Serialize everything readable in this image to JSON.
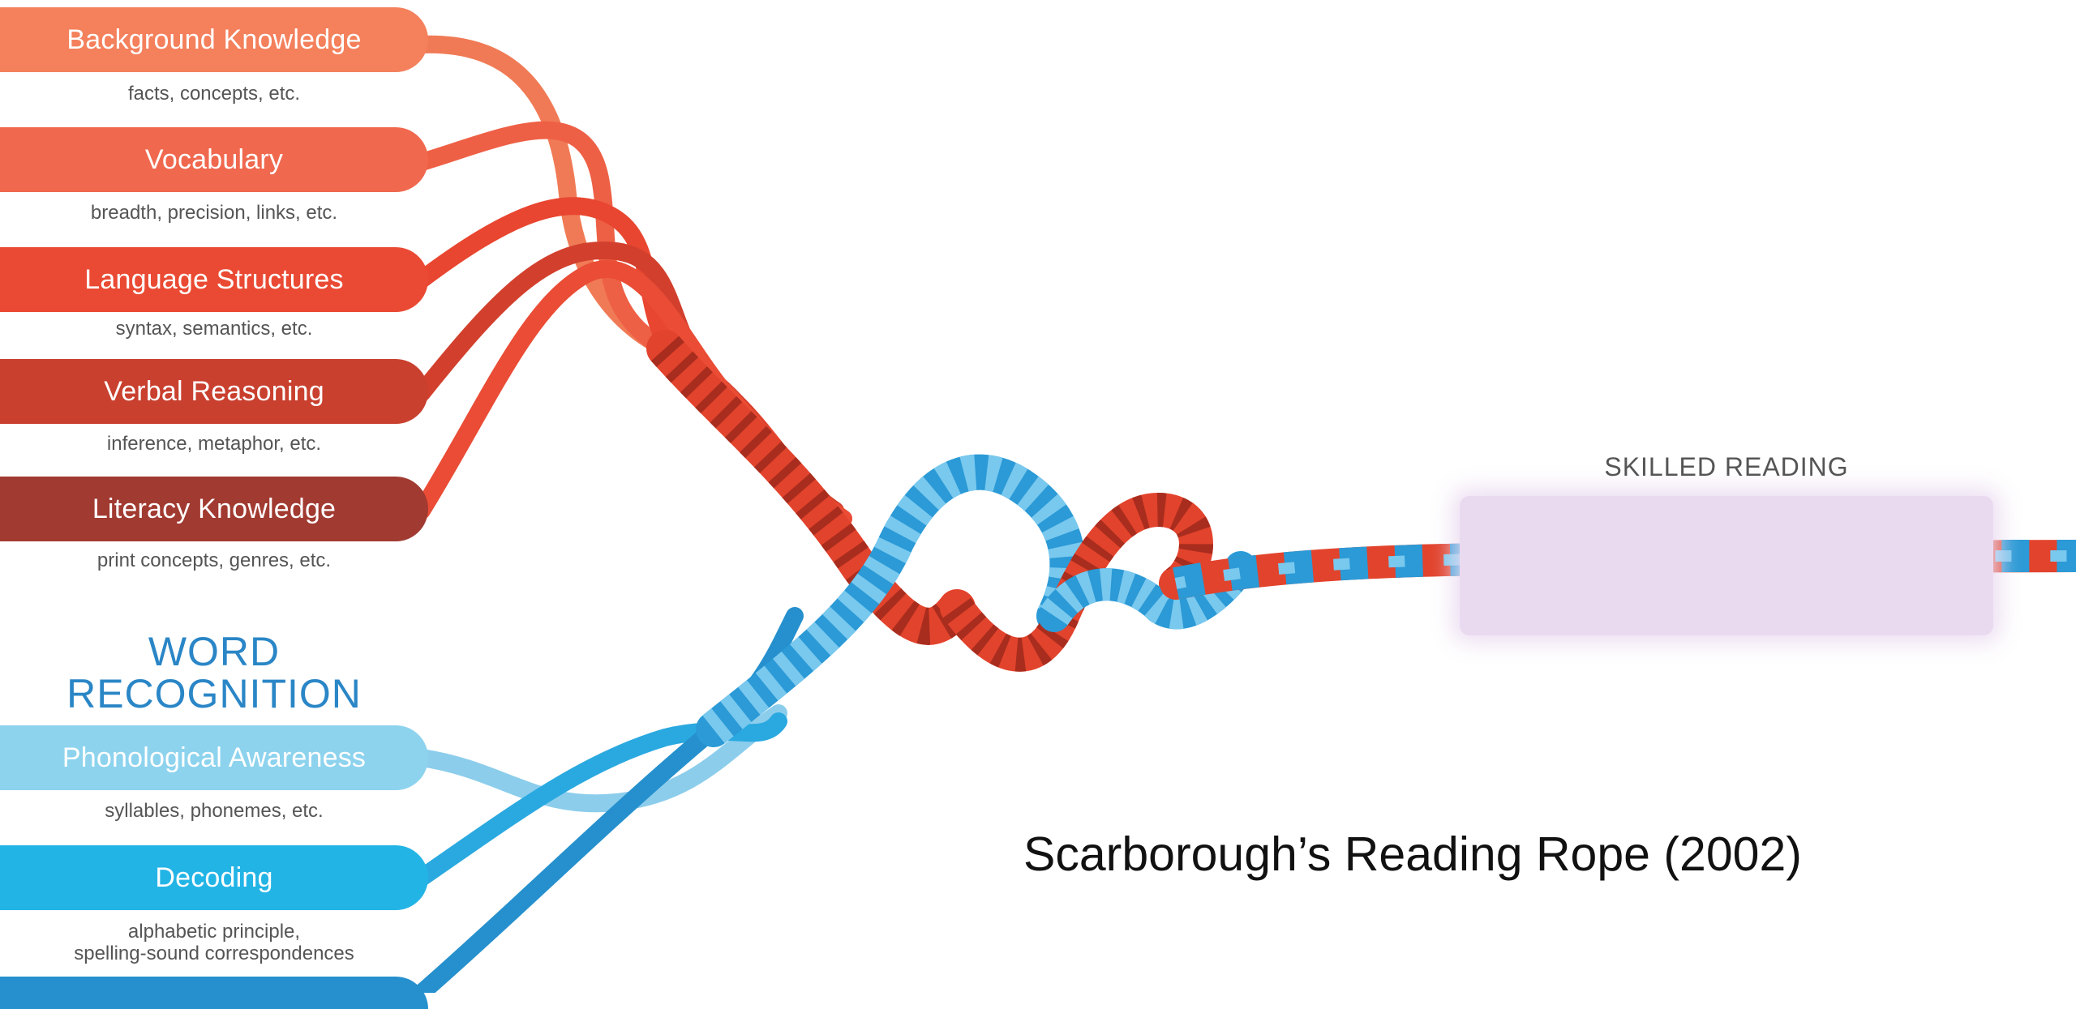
{
  "language_comprehension": [
    {
      "label": "Background Knowledge",
      "sub": "facts, concepts, etc.",
      "color": "#f4805c"
    },
    {
      "label": "Vocabulary",
      "sub": "breadth, precision, links, etc.",
      "color": "#f0684e"
    },
    {
      "label": "Language Structures",
      "sub": "syntax, semantics, etc.",
      "color": "#ea4a33"
    },
    {
      "label": "Verbal Reasoning",
      "sub": "inference, metaphor, etc.",
      "color": "#c9402f"
    },
    {
      "label": "Literacy Knowledge",
      "sub": "print concepts, genres, etc.",
      "color": "#a13a31"
    }
  ],
  "word_recognition": {
    "heading_line1": "WORD",
    "heading_line2": "RECOGNITION",
    "strands": [
      {
        "label": "Phonological Awareness",
        "sub": "syllables, phonemes, etc.",
        "color": "#8dd3ee"
      },
      {
        "label": "Decoding",
        "sub_line1": "alphabetic principle,",
        "sub_line2": "spelling-sound correspondences",
        "color": "#23b4e6"
      },
      {
        "label": "",
        "color": "#2590cd"
      }
    ]
  },
  "skilled_reading": {
    "label": "SKILLED READING",
    "highlight_color": "#eadaf0"
  },
  "caption": "Scarborough’s Reading Rope (2002)",
  "rope_colors": {
    "red": "#e2432c",
    "red_dark": "#a92d1e",
    "blue": "#2b9ad6",
    "blue_light": "#79c8ee"
  }
}
